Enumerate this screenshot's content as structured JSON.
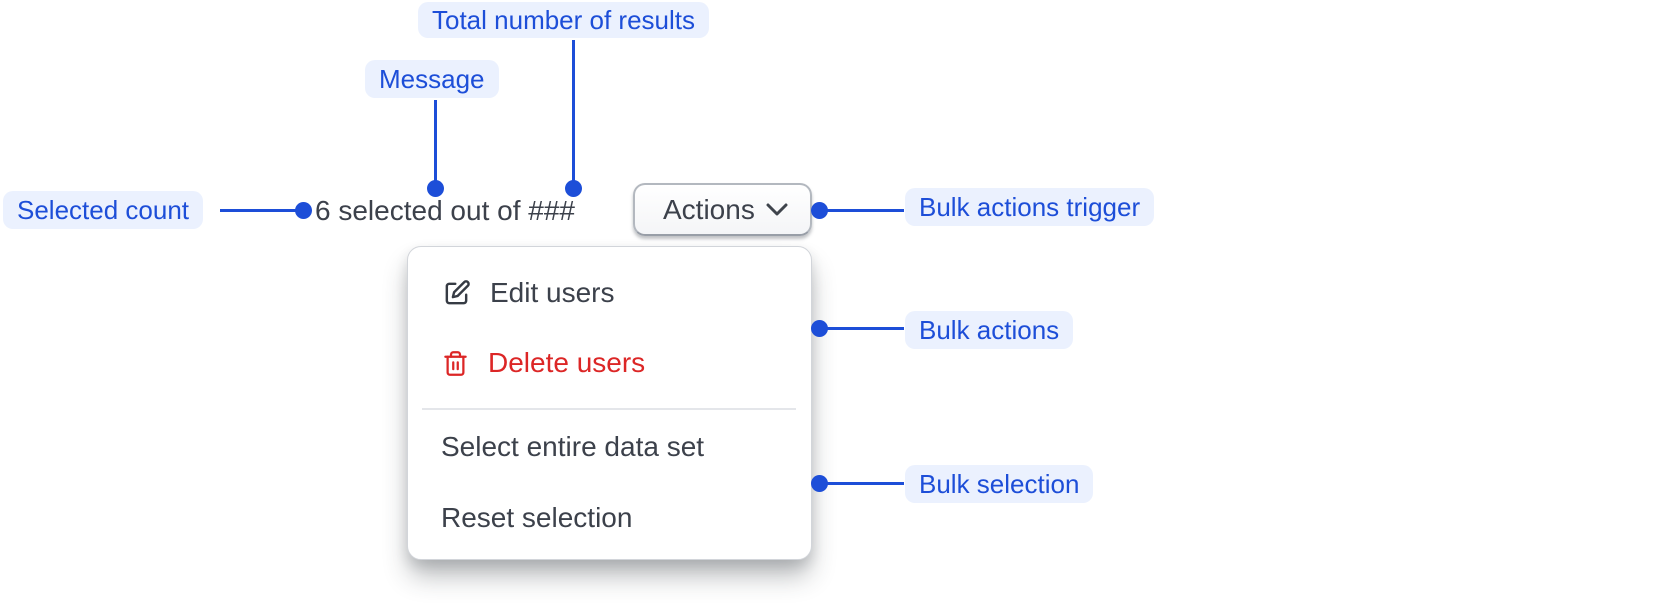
{
  "palette": {
    "accent_blue": "#1d4ed8",
    "callout_bg": "#ebf1fe",
    "text_dark": "#3c414b",
    "danger_red": "#dc2626"
  },
  "callouts": {
    "total_results": "Total number of results",
    "message": "Message",
    "selected_count": "Selected count",
    "bulk_actions_trigger": "Bulk actions trigger",
    "bulk_actions": "Bulk actions",
    "bulk_selection": "Bulk selection"
  },
  "bulk_bar": {
    "selection_message": "6 selected out of ###",
    "actions_label": "Actions"
  },
  "menu": {
    "items": [
      {
        "label": "Edit users",
        "icon": "edit-icon"
      },
      {
        "label": "Delete users",
        "icon": "trash-icon"
      },
      {
        "label": "Select entire data set"
      },
      {
        "label": "Reset selection"
      }
    ]
  }
}
